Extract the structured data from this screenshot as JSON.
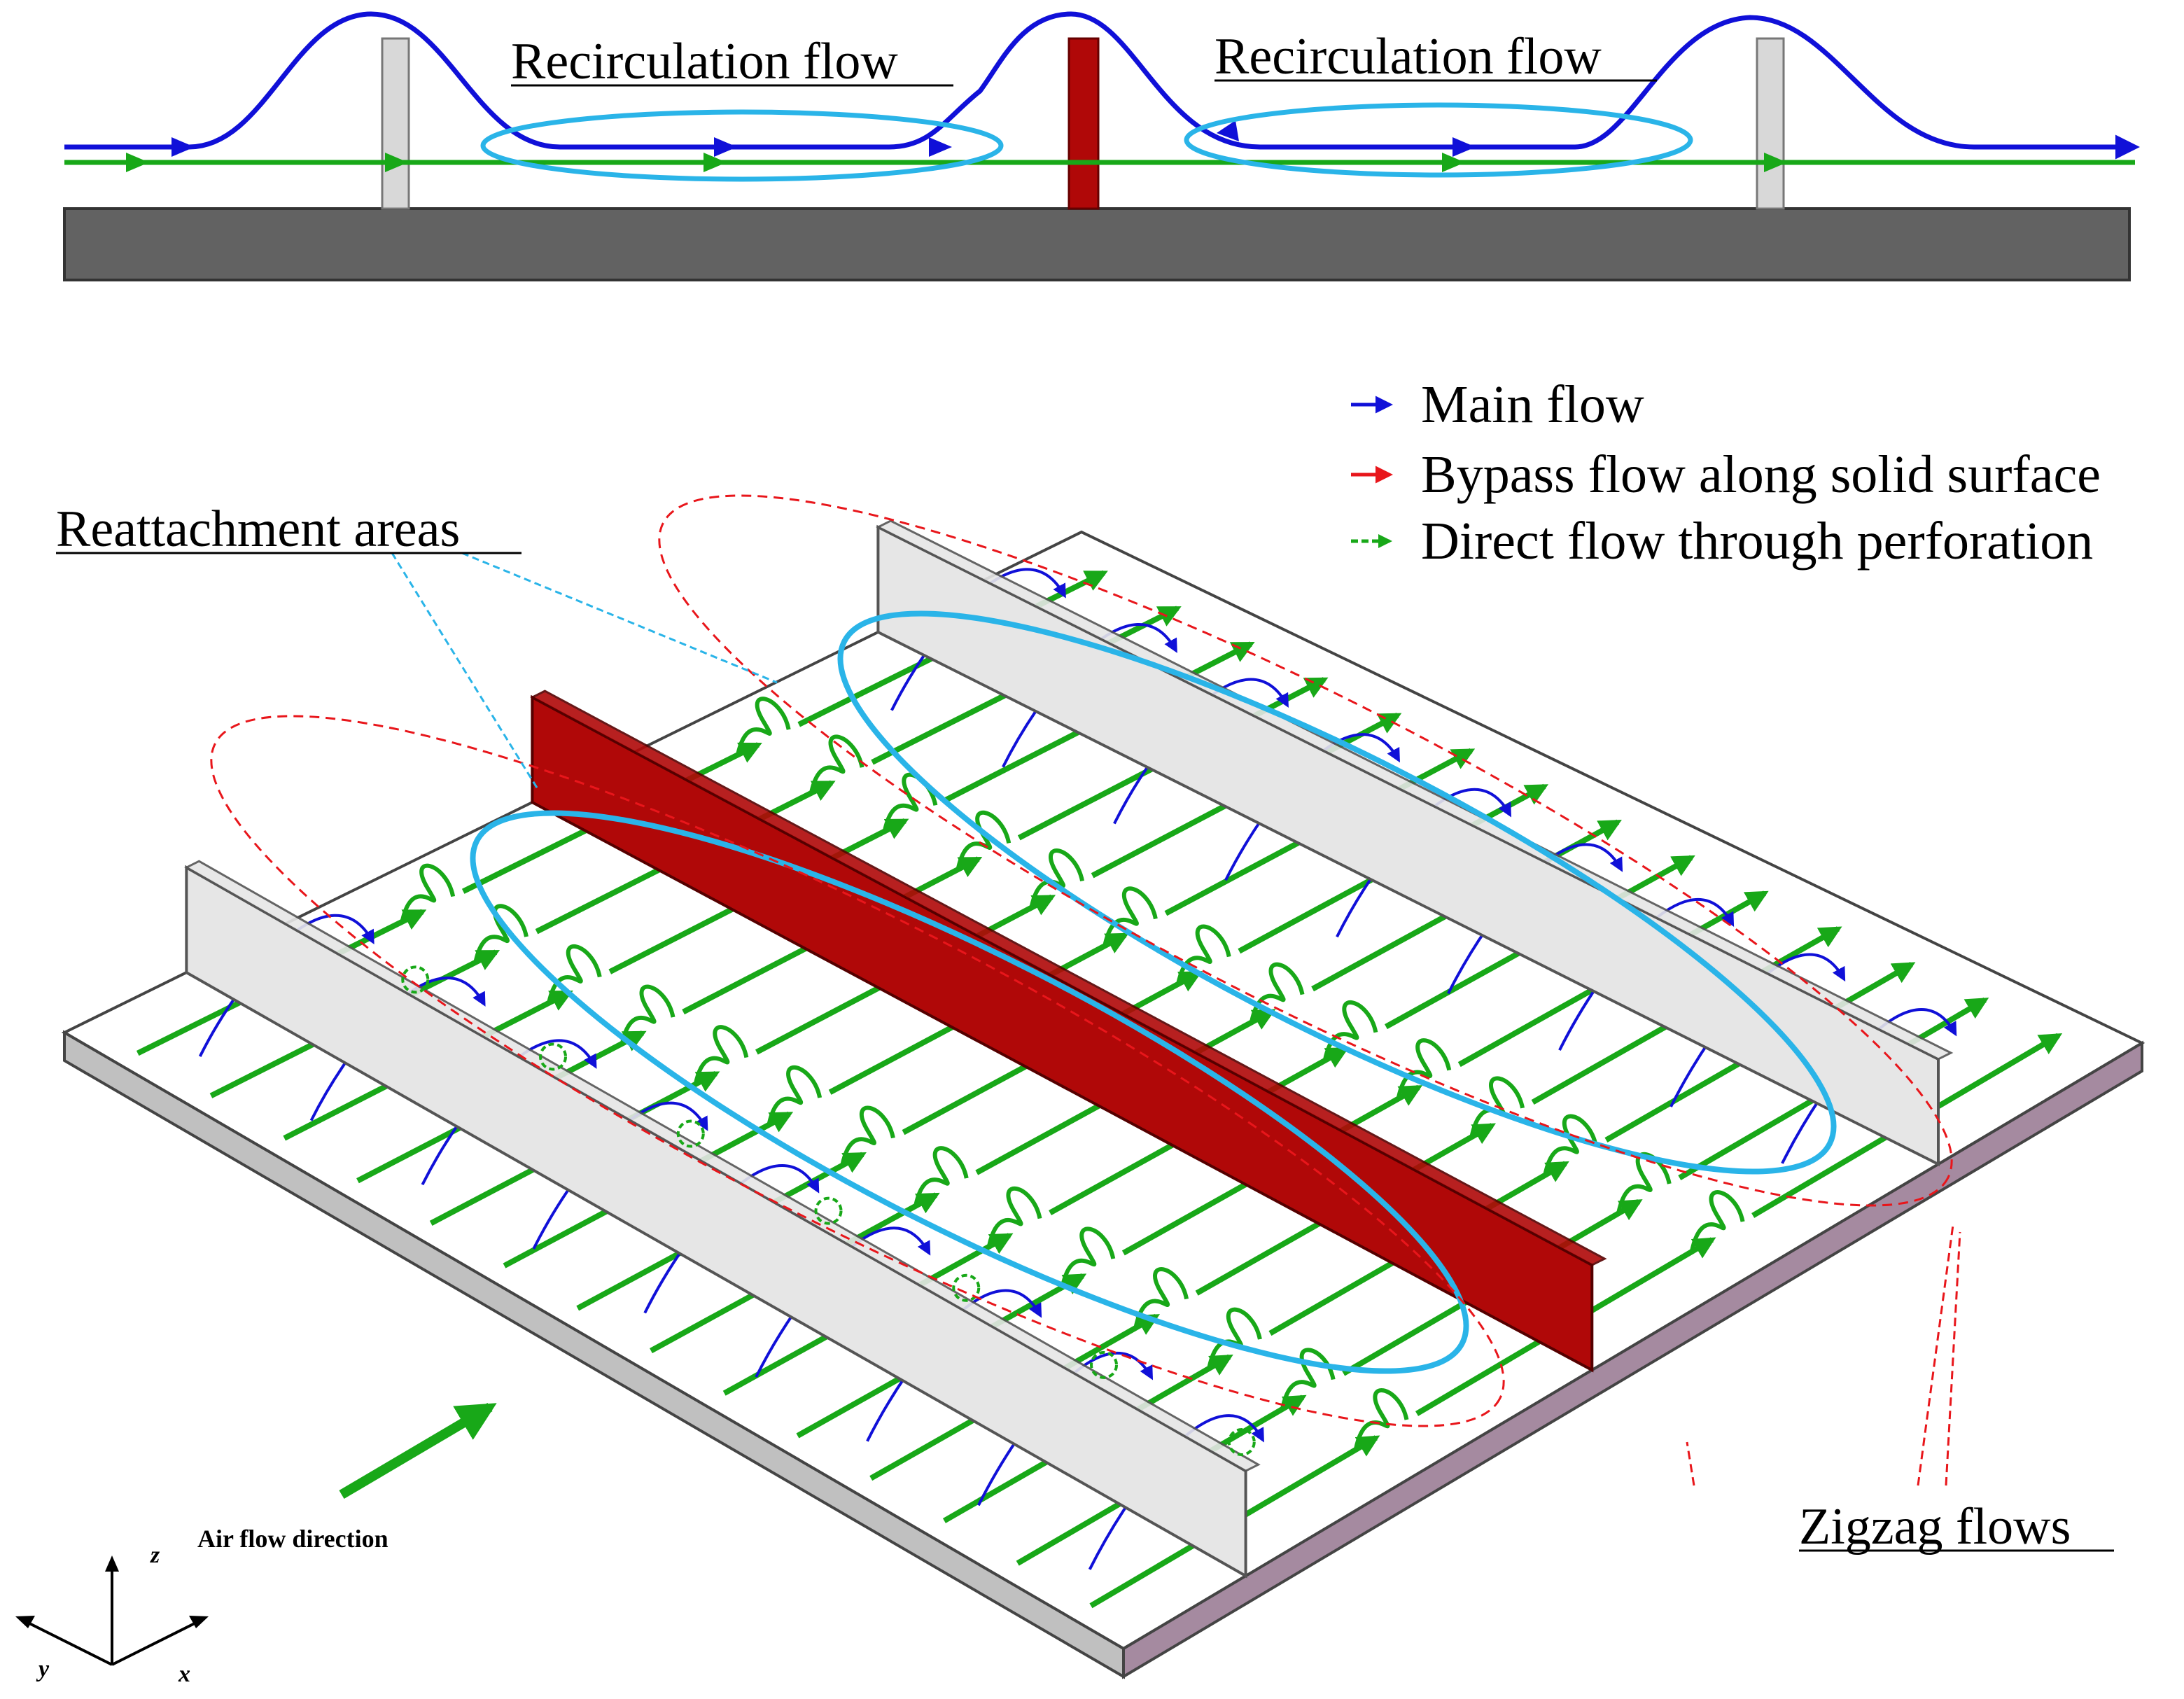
{
  "top_view": {
    "recirc_label_left": "Recirculation flow",
    "recirc_label_right": "Recirculation flow"
  },
  "legend": {
    "main_flow": "Main flow",
    "bypass_flow": "Bypass flow along solid surface",
    "direct_flow": "Direct flow through perforation"
  },
  "annotations": {
    "reattachment": "Reattachment areas",
    "zigzag": "Zigzag flows",
    "air_flow": "Air flow direction"
  },
  "axes": {
    "x": "x",
    "y": "y",
    "z": "z"
  },
  "colors": {
    "main_flow": "#1010d8",
    "bypass_flow": "#e8161b",
    "direct_flow": "#18a818",
    "recirculation": "#2ab4e8",
    "solid_rib": "#b00808",
    "perforated_rib": "#e6e6e6",
    "base_plate_top": "#626262",
    "plate_front": "#c0c0c0",
    "plate_side": "#a58aa0"
  }
}
